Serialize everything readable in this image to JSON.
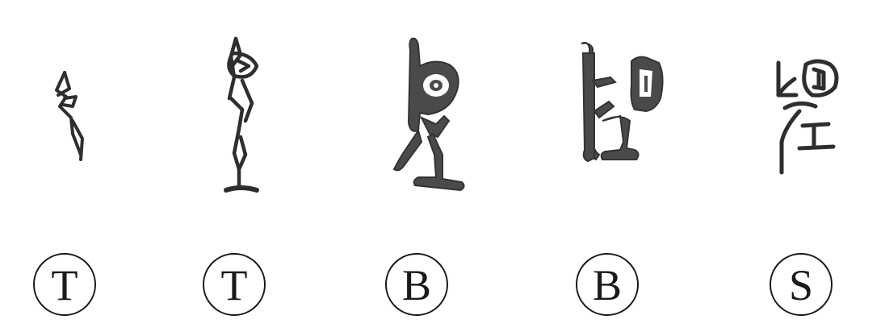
{
  "labels": [
    "T",
    "T",
    "B",
    "B",
    "S"
  ],
  "colors": {
    "ink": "#1a1a1a",
    "glyph": "#4a4a4a",
    "background": "#ffffff"
  }
}
